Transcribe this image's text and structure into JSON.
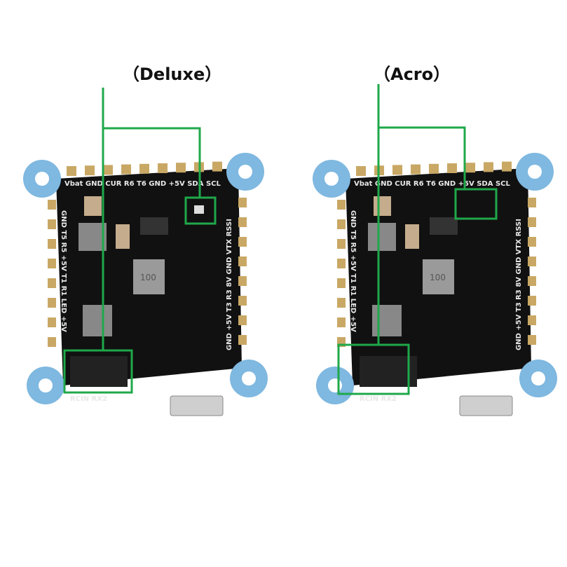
{
  "labels": {
    "left": "（Deluxe）",
    "right": "（Acro）"
  },
  "colors": {
    "board": "#111111",
    "pad": "#c9a865",
    "grommet": "#7fb8e0",
    "highlight": "#1fa84a"
  },
  "silkscreen": {
    "top": "Vbat GND CUR R6 T6 GND +5V SDA SCL",
    "left": "GND T5 R5 +5V T1 R1 LED +5V",
    "right": "GND +5V T3 R3 8V GND VTX RSSI",
    "bottom": "RCIN RX2",
    "center_chip": "100"
  }
}
